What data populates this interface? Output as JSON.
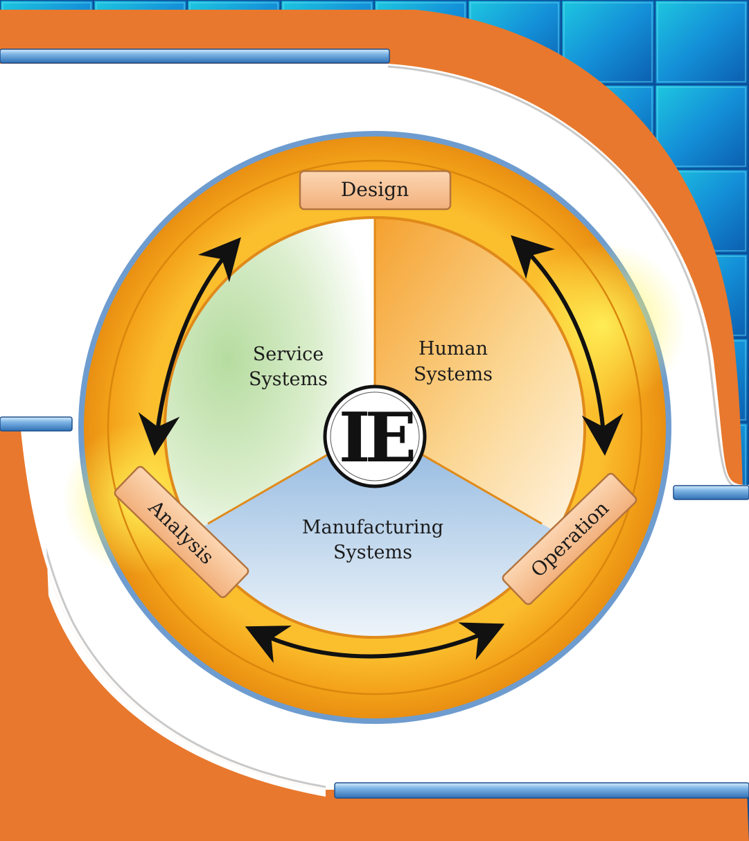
{
  "diagram": {
    "center_logo": "IE",
    "stages": {
      "top": "Design",
      "left": "Analysis",
      "right": "Operation"
    },
    "sectors": {
      "upper_left": [
        "Service",
        "Systems"
      ],
      "upper_right": [
        "Human",
        "Systems"
      ],
      "bottom": [
        "Manufacturing",
        "Systems"
      ]
    },
    "colors": {
      "ring": "#f6a91c",
      "orange_band": "#e8782d",
      "blue_background": "#1a7fd0",
      "teal_tile": "#19c0d8",
      "service_sector": "#9fd08a",
      "human_sector": "#f7b44c",
      "manufacturing_sector": "#a4c6e6",
      "label_box": "#f7c194",
      "arrow": "#111111"
    }
  }
}
